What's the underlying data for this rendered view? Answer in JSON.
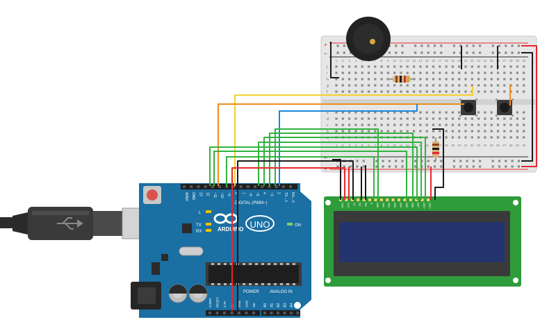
{
  "arduino": {
    "brand": "ARDUINO",
    "model": "UNO",
    "digital_label": "DIGITAL (PWM~)",
    "power_label": "POWER",
    "analog_label": "ANALOG IN",
    "on_label": "ON",
    "led_labels": [
      "L",
      "TX",
      "RX"
    ],
    "top_pins": [
      "AREF",
      "GND",
      "13",
      "12",
      "~11",
      "~10",
      "~9",
      "8",
      "7",
      "~6",
      "~5",
      "4",
      "~3",
      "2",
      "TX→1",
      "RX←0"
    ],
    "power_pins": [
      "IOREF",
      "RESET",
      "3.3V",
      "5V",
      "GND",
      "GND",
      "Vin"
    ],
    "analog_pins": [
      "A0",
      "A1",
      "A2",
      "A3",
      "A4",
      "A5"
    ]
  },
  "breadboard": {
    "column_numbers": [
      "1",
      "2",
      "3",
      "4",
      "5",
      "6",
      "7",
      "8",
      "9",
      "10",
      "11",
      "12",
      "13",
      "14",
      "15",
      "16",
      "17",
      "18",
      "19",
      "20",
      "21",
      "22",
      "23",
      "24",
      "25",
      "26",
      "27",
      "28",
      "29",
      "30"
    ],
    "upper_rows": [
      "j",
      "i",
      "h",
      "g",
      "f"
    ],
    "lower_rows": [
      "e",
      "d",
      "c",
      "b",
      "a"
    ],
    "rail_plus": "+",
    "rail_minus": "−"
  },
  "lcd": {
    "pin_labels": [
      "GND",
      "VCC",
      "V0",
      "RS",
      "RW",
      "E",
      "DB0",
      "DB1",
      "DB2",
      "DB3",
      "DB4",
      "DB5",
      "DB6",
      "DB7",
      "LED+",
      "LED−"
    ]
  },
  "colors": {
    "board_blue": "#1a6fa3",
    "breadboard": "#e4e4e4",
    "lcd_pcb": "#2f9c3b",
    "lcd_screen": "#23346e",
    "wire_yellow": "#f4d02c",
    "wire_orange": "#ef8a1e",
    "wire_blue": "#1c86d8",
    "wire_green": "#31b23e",
    "wire_red": "#e8262c",
    "wire_black": "#1a1a1a"
  }
}
